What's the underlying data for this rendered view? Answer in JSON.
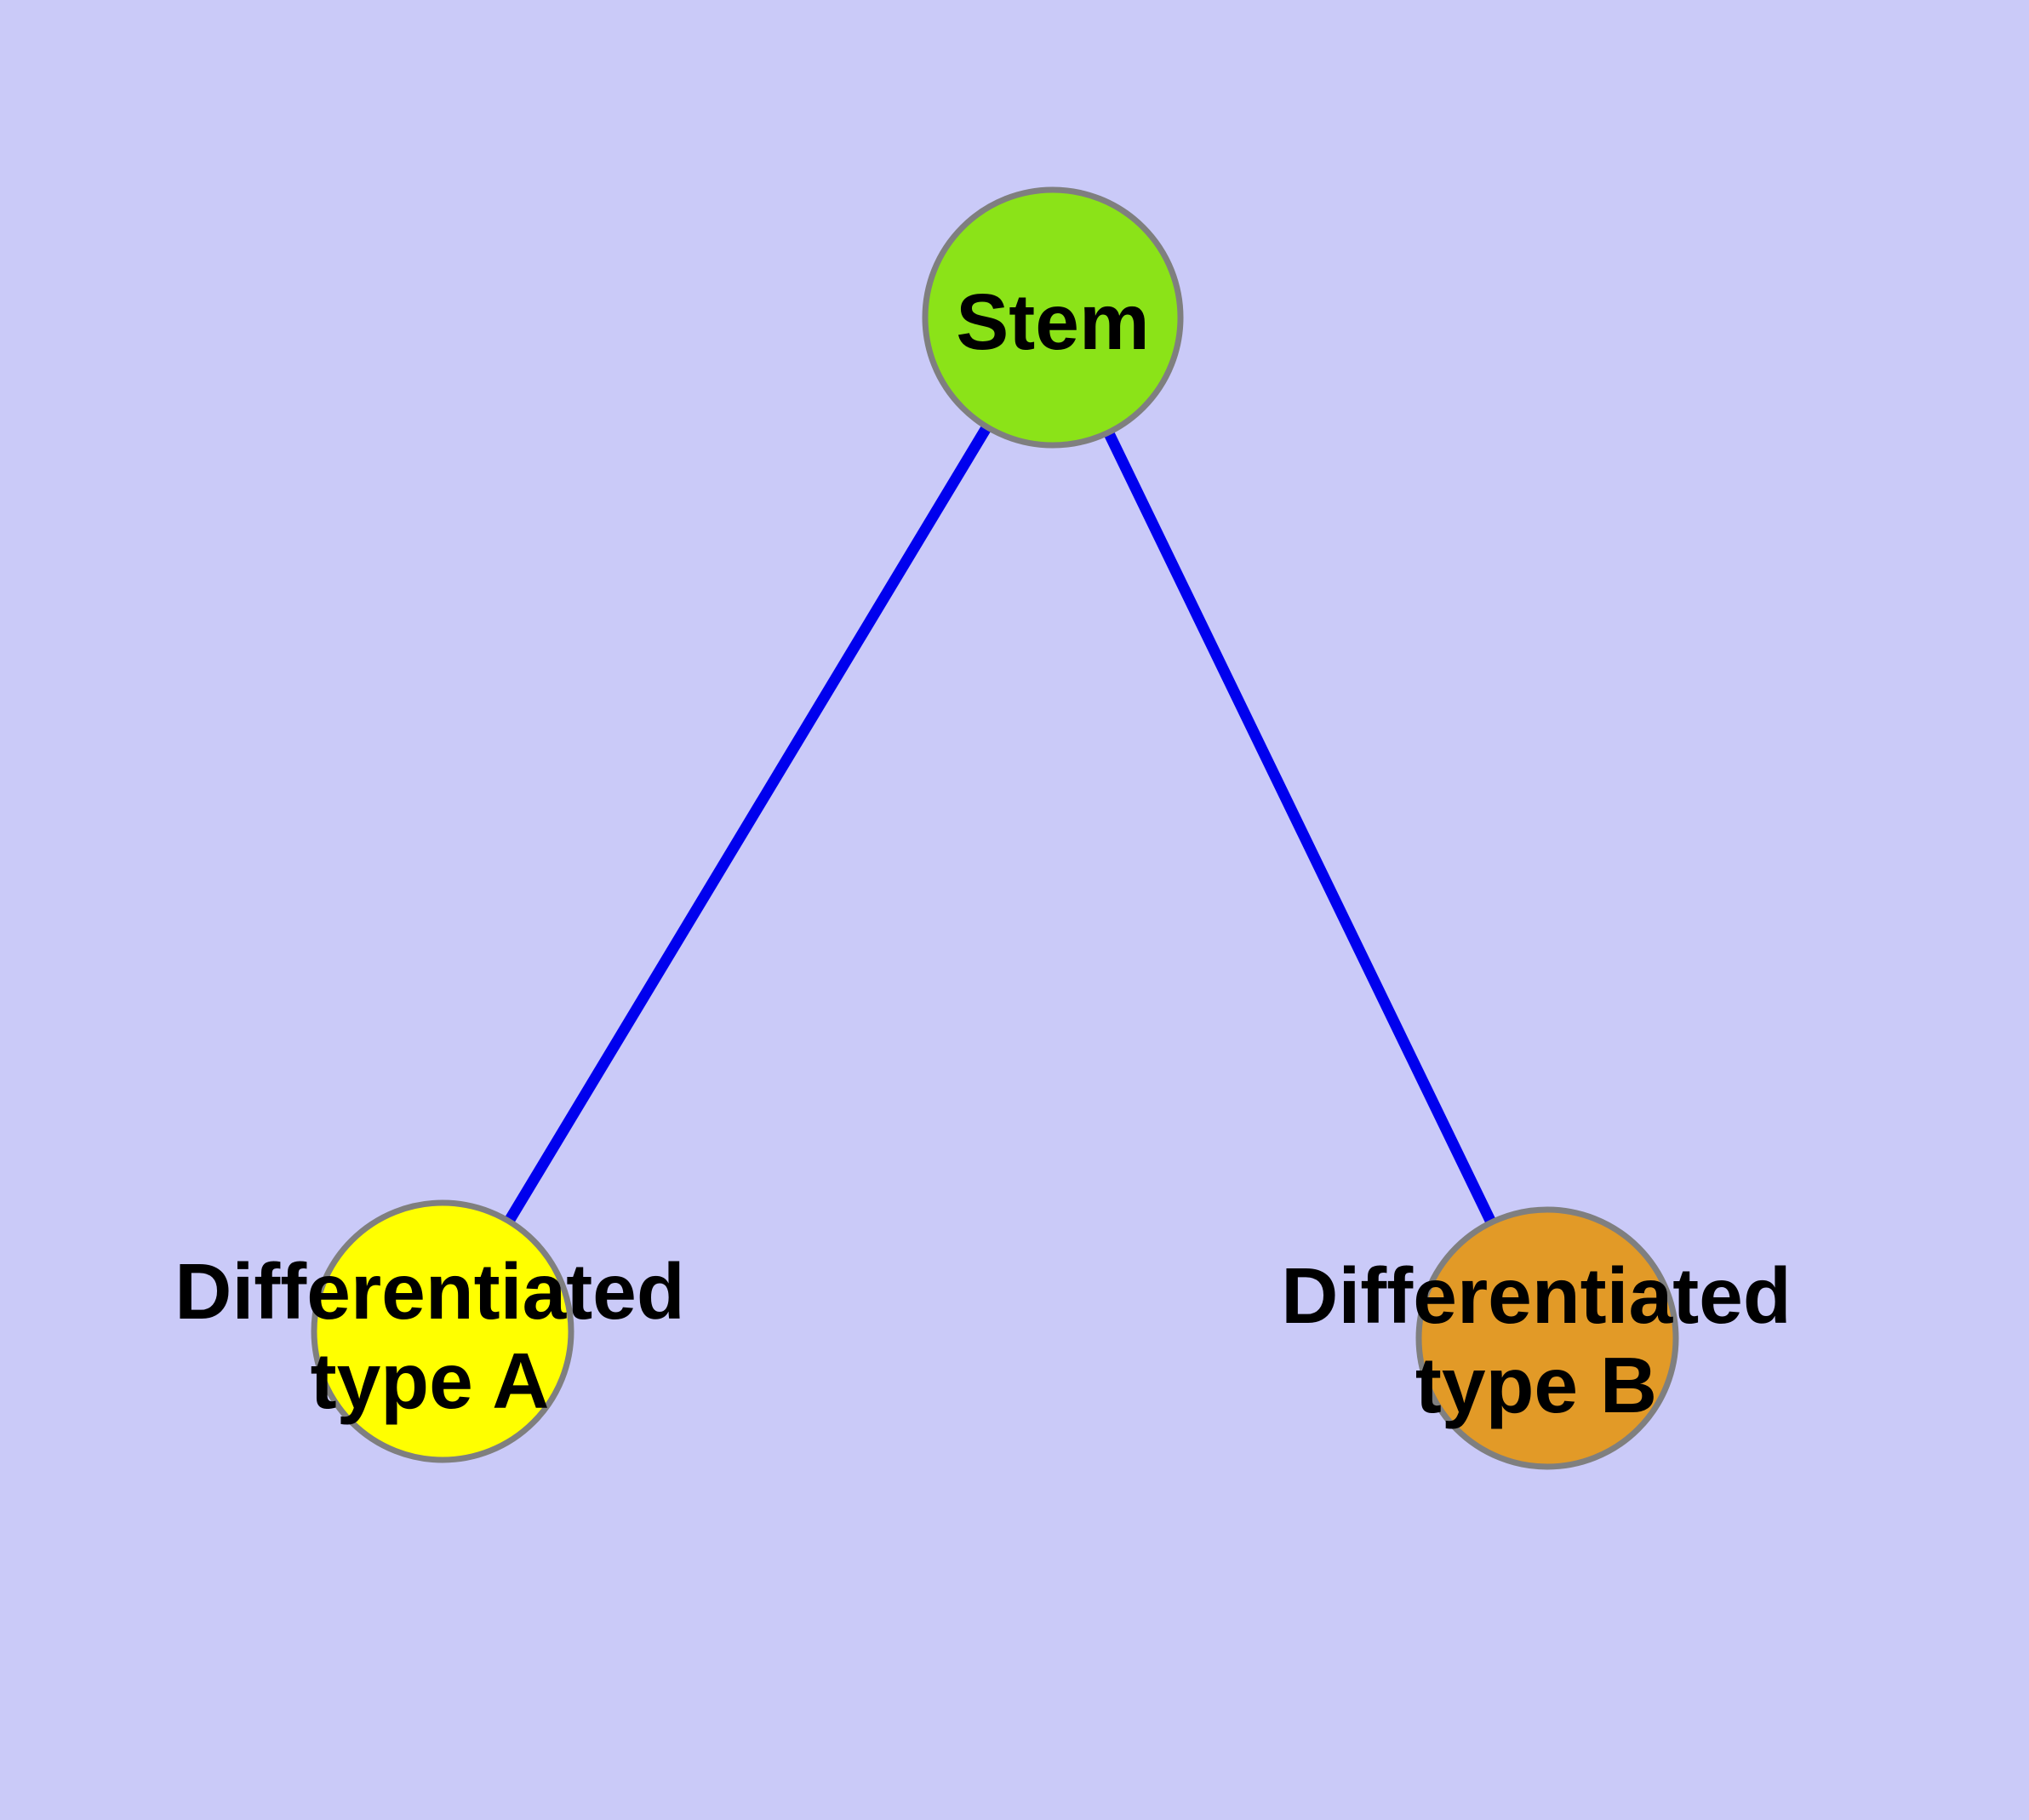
{
  "canvas": {
    "background_color": "#CACAF8"
  },
  "diagram": {
    "type": "graph",
    "edge_style": {
      "color": "#0000EE",
      "stroke_width": 13
    },
    "node_border": {
      "color": "#7F7F7F",
      "stroke_width": 7
    },
    "label_color": "#000000",
    "nodes": {
      "stem": {
        "label": "Stem",
        "fill": "#8BE318"
      },
      "type_a": {
        "label_line1": "Differentiated",
        "label_line2": "type A",
        "fill": "#FFFF00"
      },
      "type_b": {
        "label_line1": "Differentiated",
        "label_line2": "type B",
        "fill": "#E29A27"
      }
    },
    "edges": [
      {
        "from": "Stem",
        "to": "Differentiated type A"
      },
      {
        "from": "Stem",
        "to": "Differentiated type B"
      }
    ]
  }
}
